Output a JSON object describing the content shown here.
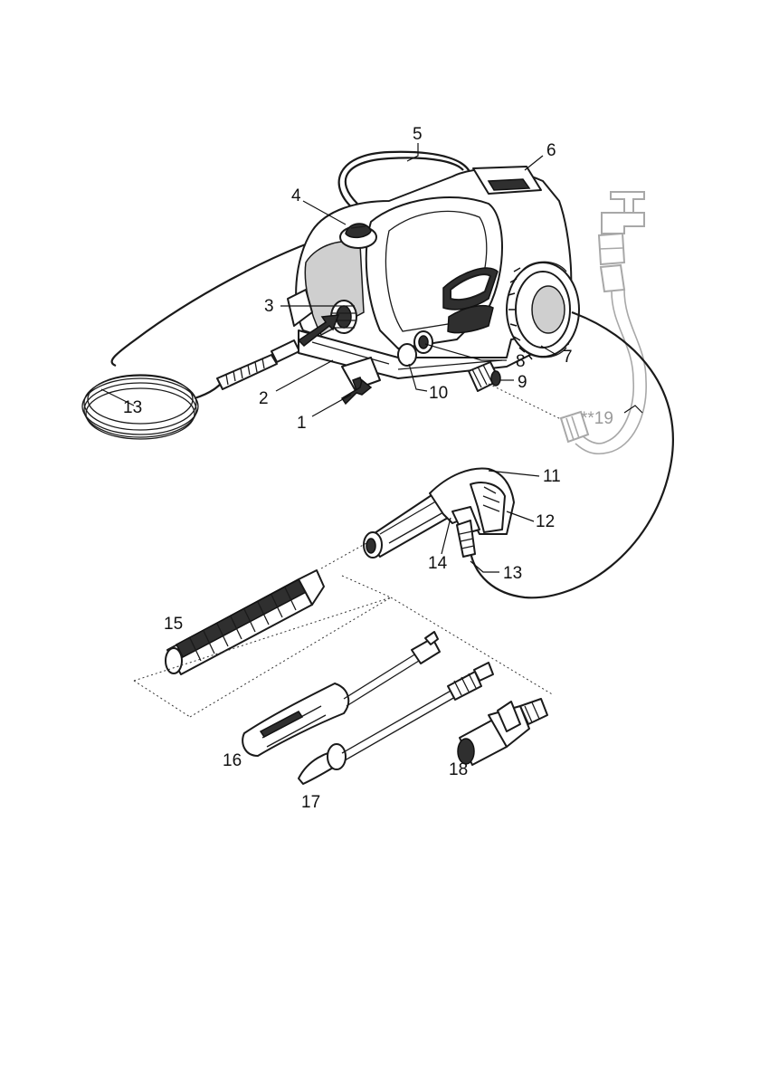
{
  "labels": {
    "l1": "1",
    "l2": "2",
    "l3": "3",
    "l4": "4",
    "l5": "5",
    "l6": "6",
    "l7": "7",
    "l8": "8",
    "l9": "9",
    "l10": "10",
    "l11": "11",
    "l12": "12",
    "l13a": "13",
    "l13b": "13",
    "l14": "14",
    "l15": "15",
    "l16": "16",
    "l17": "17",
    "l18": "18",
    "l19": "**19"
  },
  "colors": {
    "line": "#1a1a1a",
    "faded_accessory": "#9a9a9a",
    "background": "#ffffff"
  }
}
